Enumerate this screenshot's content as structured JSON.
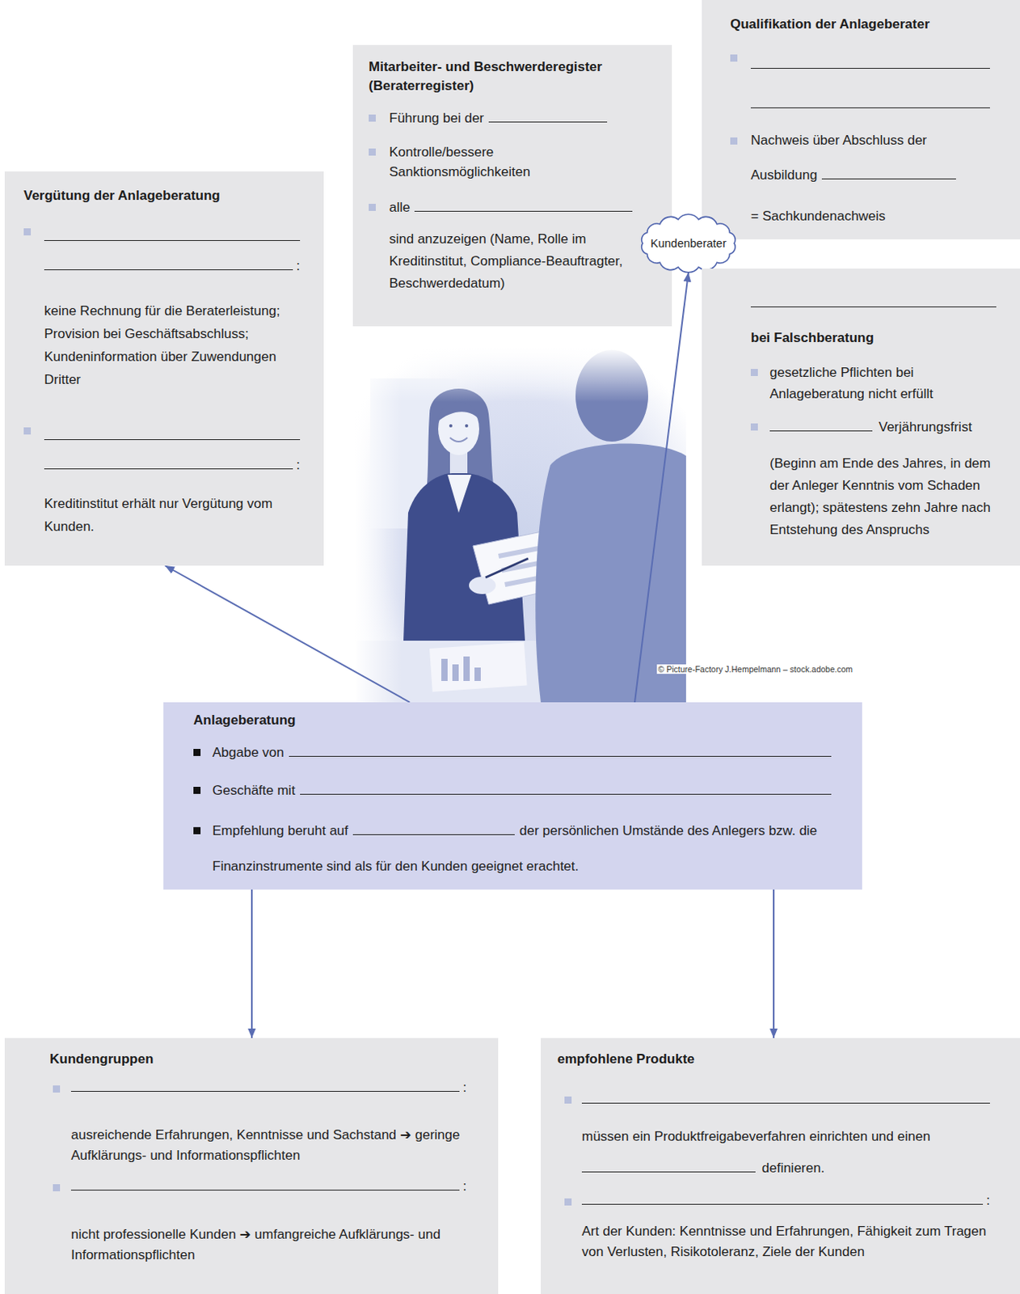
{
  "diagram": {
    "nodes": [
      {
        "text": [
          "Mitarbeiter- und Beschwerderegister (Beraterregister)",
          "Führung bei der",
          "Kontrolle/bessere Sanktionsmöglichkeiten",
          "alle",
          "sind anzuzeigen (Name, Rolle im Kreditinstitut, Compliance-Beauftragter, Beschwerdedatum)"
        ]
      },
      {
        "text": [
          "Qualifikation der Anlageberater",
          "Nachweis über Abschluss der Ausbildung",
          "= Sachkundenachweis"
        ]
      },
      {
        "text": [
          "Vergütung der Anlageberatung",
          ":",
          "keine Rechnung für die Beraterleistung; Provision bei Geschäftsabschluss; Kundeninformation über Zuwendungen Dritter",
          ":",
          "Kreditinstitut erhält nur Vergütung vom Kunden."
        ]
      },
      {
        "text": [
          "Kundenberater"
        ]
      },
      {
        "text": [
          "bei Falschberatung",
          "gesetzliche Pflichten bei Anlageberatung nicht erfüllt",
          "Verjährungsfrist",
          "(Beginn am Ende des Jahres, in dem der Anleger Kenntnis vom Schaden erlangt); spätestens zehn Jahre nach Entstehung des Anspruchs"
        ]
      },
      {
        "text": [
          "Anlageberatung",
          "Abgabe von",
          "Geschäfte mit",
          "Empfehlung beruht auf",
          "der persönlichen Umstände des Anlegers bzw. die Finanzinstrumente sind als für den Kunden geeignet erachtet."
        ]
      },
      {
        "text": [
          "Kundengruppen",
          ":",
          "ausreichende Erfahrungen, Kenntnisse und Sachstand ➔ geringe Aufklärungs- und Informationspflichten",
          ":",
          "nicht professionelle Kunden ➔ umfangreiche Aufklärungs- und Informationspflichten"
        ]
      },
      {
        "text": [
          "empfohlene Produkte",
          "müssen ein Produktfreigabeverfahren einrichten und einen",
          "definieren.",
          ":",
          "Art der Kunden: Kenntnisse und Erfahrungen, Fähigkeit zum Tragen von Verlusten, Risikotoleranz, Ziele der Kunden"
        ]
      }
    ],
    "edges": [
      {
        "from": 5,
        "to": 2,
        "arrow": "to"
      },
      {
        "from": 5,
        "to": 3,
        "arrow": "to"
      },
      {
        "from": 5,
        "to": 6,
        "arrow": "to"
      },
      {
        "from": 5,
        "to": 7,
        "arrow": "to"
      }
    ],
    "labels": [
      "© Picture-Factory J.Hempelmann – stock.adobe.com"
    ]
  }
}
